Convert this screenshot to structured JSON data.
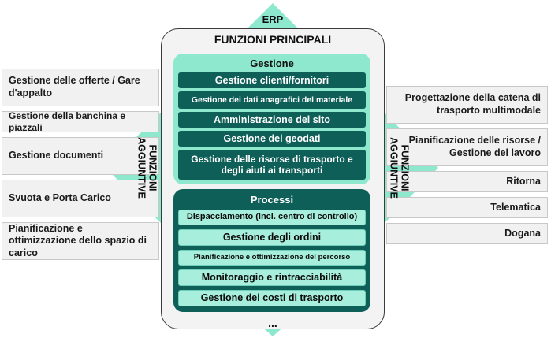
{
  "erp_label": "ERP",
  "bottom_label": "...",
  "main_title": "FUNZIONI PRINCIPALI",
  "side_label_line1": "FUNZIONI",
  "side_label_line2": "AGGIUNTIVE",
  "colors": {
    "teal_light": "#8ee8cd",
    "teal_dark": "#0f5f59",
    "item_light": "#a7efdc",
    "frame_bg": "#f3f3f3",
    "side_box_bg": "#f1f1f1"
  },
  "gestione": {
    "title": "Gestione",
    "items": [
      "Gestione clienti/fornitori",
      "Gestione dei dati anagrafici del materiale",
      "Amministrazione del sito",
      "Gestione dei geodati",
      "Gestione delle risorse di trasporto e degli aiuti ai transporti"
    ]
  },
  "processi": {
    "title": "Processi",
    "items": [
      "Dispacciamento (incl. centro di controllo)",
      "Gestione degli ordini",
      "Pianificazione e ottimizzazione del percorso",
      "Monitoraggio e rintracciabilità",
      "Gestione dei costi di trasporto"
    ]
  },
  "left_items": [
    "Gestione delle offerte / Gare d'appalto",
    "Gestione della banchina e piazzali",
    "Gestione documenti",
    "Svuota e Porta Carico",
    "Pianificazione e ottimizzazione dello spazio di carico"
  ],
  "right_items": [
    "Progettazione della catena di trasporto multimodale",
    "Pianificazione delle risorse / Gestione del lavoro",
    "Ritorna",
    "Telematica",
    "Dogana"
  ]
}
